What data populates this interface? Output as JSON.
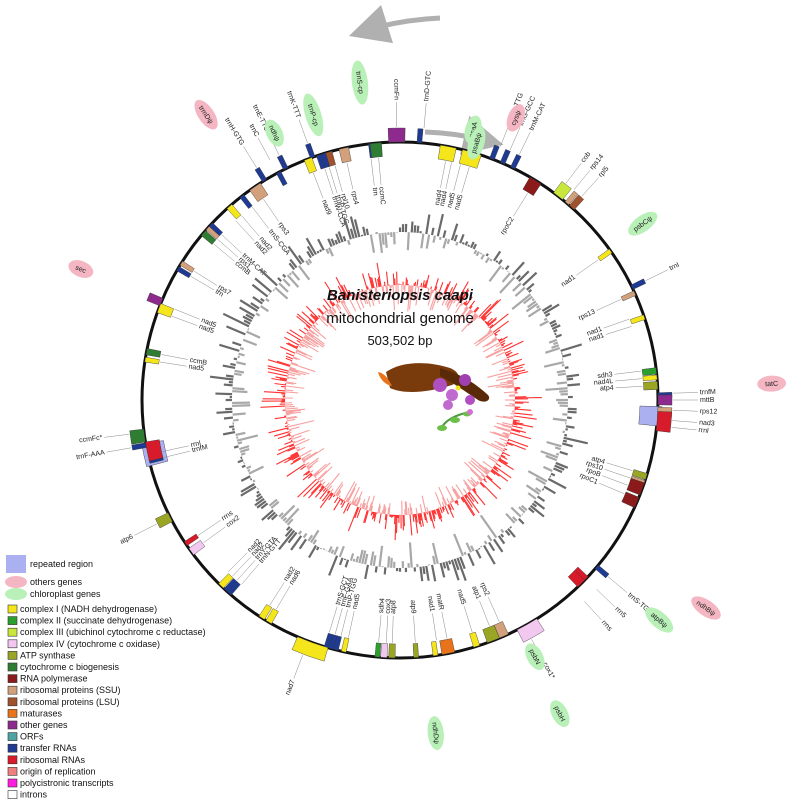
{
  "title": "Banisteriopsis caapi",
  "subtitle": "mitochondrial genome",
  "genome_size": "503,502 bp",
  "legend": [
    {
      "label": "repeated region",
      "color": "#aab0f0",
      "shape": "big-rect"
    },
    {
      "label": "others genes",
      "color": "#f4b6c2",
      "shape": "ellipse"
    },
    {
      "label": "chloroplast genes",
      "color": "#b8f0b8",
      "shape": "ellipse"
    },
    {
      "label": "complex I (NADH dehydrogenase)",
      "color": "#f5e51b",
      "shape": "rect"
    },
    {
      "label": "complex II (succinate dehydrogenase)",
      "color": "#2ca02c",
      "shape": "rect"
    },
    {
      "label": "complex III (ubichinol cytochrome c reductase)",
      "color": "#c8e63c",
      "shape": "rect"
    },
    {
      "label": "complex IV (cytochrome c oxidase)",
      "color": "#f2c7f0",
      "shape": "rect"
    },
    {
      "label": "ATP synthase",
      "color": "#9aa523",
      "shape": "rect"
    },
    {
      "label": "cytochrome c biogenesis",
      "color": "#2e7d32",
      "shape": "rect"
    },
    {
      "label": "RNA polymerase",
      "color": "#8b1a1a",
      "shape": "rect"
    },
    {
      "label": "ribosomal proteins (SSU)",
      "color": "#d2a07a",
      "shape": "rect"
    },
    {
      "label": "ribosomal proteins (LSU)",
      "color": "#a0522d",
      "shape": "rect"
    },
    {
      "label": "maturases",
      "color": "#e8731a",
      "shape": "rect"
    },
    {
      "label": "other genes",
      "color": "#8e2a8e",
      "shape": "rect"
    },
    {
      "label": "ORFs",
      "color": "#4fa3a3",
      "shape": "rect"
    },
    {
      "label": "transfer RNAs",
      "color": "#1f3a93",
      "shape": "rect"
    },
    {
      "label": "ribosomal RNAs",
      "color": "#d81b2a",
      "shape": "rect"
    },
    {
      "label": "origin of replication",
      "color": "#f08080",
      "shape": "rect"
    },
    {
      "label": "polycistronic transcripts",
      "color": "#ff1adf",
      "shape": "rect"
    },
    {
      "label": "introns",
      "color": "#ffffff",
      "shape": "rect"
    }
  ],
  "genes": [
    {
      "name": "ccmFn",
      "pos": 0.998,
      "side": "out",
      "color": "#8e2a8e",
      "len": 0.01
    },
    {
      "name": "trnD-GTC",
      "pos": 0.012,
      "side": "out",
      "color": "#1f3a93",
      "len": 0.002
    },
    {
      "name": "trnK-TTT",
      "pos": 0.945,
      "side": "out",
      "color": "#1f3a93",
      "len": 0.002
    },
    {
      "name": "rps3",
      "pos": 0.905,
      "side": "in",
      "color": "#d2a07a",
      "len": 0.008
    },
    {
      "name": "trnS-CGA",
      "pos": 0.895,
      "side": "in",
      "color": "#1f3a93",
      "len": 0.002
    },
    {
      "name": "rps4",
      "pos": 0.965,
      "side": "in",
      "color": "#d2a07a",
      "len": 0.006
    },
    {
      "name": "rpl10",
      "pos": 0.955,
      "side": "in",
      "color": "#a0522d",
      "len": 0.005
    },
    {
      "name": "trnP-TGG",
      "pos": 0.952,
      "side": "in",
      "color": "#1f3a93",
      "len": 0.002
    },
    {
      "name": "trnW-CCA",
      "pos": 0.949,
      "side": "in",
      "color": "#1f3a93",
      "len": 0.002
    },
    {
      "name": "nad9",
      "pos": 0.942,
      "side": "in",
      "color": "#f5e51b",
      "len": 0.005
    },
    {
      "name": "trnN-GTT",
      "pos": 0.982,
      "side": "in",
      "color": "#1f3a93",
      "len": 0.002
    },
    {
      "name": "ccmC",
      "pos": 0.985,
      "side": "in",
      "color": "#2e7d32",
      "len": 0.007
    },
    {
      "name": "nad4",
      "pos": 0.03,
      "side": "in",
      "color": "#f5e51b",
      "len": 0.01
    },
    {
      "name": "nad5",
      "pos": 0.045,
      "side": "in",
      "color": "#f5e51b",
      "len": 0.012
    },
    {
      "name": "trnQ-TTG",
      "pos": 0.058,
      "side": "out",
      "color": "#1f3a93",
      "len": 0.002
    },
    {
      "name": "trnG-GCC",
      "pos": 0.065,
      "side": "out",
      "color": "#1f3a93",
      "len": 0.002
    },
    {
      "name": "trnM-CAT",
      "pos": 0.072,
      "side": "out",
      "color": "#1f3a93",
      "len": 0.002
    },
    {
      "name": "rpoC2",
      "pos": 0.088,
      "side": "in",
      "color": "#8b1a1a",
      "len": 0.008
    },
    {
      "name": "cob",
      "pos": 0.105,
      "side": "out",
      "color": "#c8e63c",
      "len": 0.007
    },
    {
      "name": "rps14",
      "pos": 0.112,
      "side": "out",
      "color": "#d2a07a",
      "len": 0.003
    },
    {
      "name": "rpl5",
      "pos": 0.116,
      "side": "out",
      "color": "#a0522d",
      "len": 0.004
    },
    {
      "name": "nad1",
      "pos": 0.152,
      "side": "in",
      "color": "#f5e51b",
      "len": 0.003
    },
    {
      "name": "trnI",
      "pos": 0.178,
      "side": "out",
      "color": "#1f3a93",
      "len": 0.002
    },
    {
      "name": "rps13",
      "pos": 0.182,
      "side": "in",
      "color": "#d2a07a",
      "len": 0.003
    },
    {
      "name": "nad1b",
      "pos": 0.198,
      "side": "in",
      "color": "#f5e51b",
      "len": 0.003
    },
    {
      "name": "sdh3",
      "pos": 0.232,
      "side": "in",
      "color": "#2ca02c",
      "len": 0.004
    },
    {
      "name": "nad4L",
      "pos": 0.236,
      "side": "in",
      "color": "#f5e51b",
      "len": 0.003
    },
    {
      "name": "atp4",
      "pos": 0.241,
      "side": "in",
      "color": "#9aa523",
      "len": 0.005
    },
    {
      "name": "trnfM",
      "pos": 0.247,
      "side": "out",
      "color": "#1f3a93",
      "len": 0.002
    },
    {
      "name": "mttB",
      "pos": 0.25,
      "side": "out",
      "color": "#8e2a8e",
      "len": 0.006
    },
    {
      "name": "rps12",
      "pos": 0.256,
      "side": "out",
      "color": "#d2a07a",
      "len": 0.003
    },
    {
      "name": "nad3",
      "pos": 0.259,
      "side": "out",
      "color": "#f5e51b",
      "len": 0.003
    },
    {
      "name": "rrnl",
      "pos": 0.263,
      "side": "out",
      "color": "#d81b2a",
      "len": 0.012
    },
    {
      "name": "atp4b",
      "pos": 0.298,
      "side": "in",
      "color": "#9aa523",
      "len": 0.004
    },
    {
      "name": "rps10",
      "pos": 0.302,
      "side": "in",
      "color": "#d2a07a",
      "len": 0.003
    },
    {
      "name": "rpoB",
      "pos": 0.306,
      "side": "in",
      "color": "#8b1a1a",
      "len": 0.008
    },
    {
      "name": "rpoC1",
      "pos": 0.315,
      "side": "in",
      "color": "#8b1a1a",
      "len": 0.007
    },
    {
      "name": "trnS-TGA",
      "pos": 0.362,
      "side": "out",
      "color": "#1f3a93",
      "len": 0.002
    },
    {
      "name": "rrn5",
      "pos": 0.372,
      "side": "in",
      "color": "#d81b2a",
      "len": 0.004
    },
    {
      "name": "rrns",
      "pos": 0.376,
      "side": "in",
      "color": "#d81b2a",
      "len": 0.006
    },
    {
      "name": "cox1",
      "pos": 0.418,
      "side": "out",
      "color": "#f2c7f0",
      "len": 0.014
    },
    {
      "name": "rps2",
      "pos": 0.434,
      "side": "in",
      "color": "#d2a07a",
      "len": 0.006
    },
    {
      "name": "atp1",
      "pos": 0.441,
      "side": "in",
      "color": "#9aa523",
      "len": 0.008
    },
    {
      "name": "nad5b",
      "pos": 0.452,
      "side": "in",
      "color": "#f5e51b",
      "len": 0.004
    },
    {
      "name": "matR",
      "pos": 0.47,
      "side": "in",
      "color": "#e8731a",
      "len": 0.008
    },
    {
      "name": "nad1c",
      "pos": 0.478,
      "side": "in",
      "color": "#f5e51b",
      "len": 0.003
    },
    {
      "name": "atp9",
      "pos": 0.49,
      "side": "in",
      "color": "#9aa523",
      "len": 0.003
    },
    {
      "name": "atp8",
      "pos": 0.505,
      "side": "in",
      "color": "#9aa523",
      "len": 0.004
    },
    {
      "name": "cox3",
      "pos": 0.51,
      "side": "in",
      "color": "#f2c7f0",
      "len": 0.004
    },
    {
      "name": "sdh4",
      "pos": 0.514,
      "side": "in",
      "color": "#2ca02c",
      "len": 0.003
    },
    {
      "name": "nad5c",
      "pos": 0.535,
      "side": "in",
      "color": "#f5e51b",
      "len": 0.003
    },
    {
      "name": "trnP-TGG",
      "pos": 0.54,
      "side": "in",
      "color": "#1f3a93",
      "len": 0.002
    },
    {
      "name": "trnF-GAA",
      "pos": 0.543,
      "side": "in",
      "color": "#1f3a93",
      "len": 0.002
    },
    {
      "name": "trnS-GCT",
      "pos": 0.546,
      "side": "in",
      "color": "#1f3a93",
      "len": 0.002
    },
    {
      "name": "nad7",
      "pos": 0.555,
      "side": "out",
      "color": "#f5e51b",
      "len": 0.02
    },
    {
      "name": "nad6",
      "pos": 0.585,
      "side": "in",
      "color": "#f5e51b",
      "len": 0.004
    },
    {
      "name": "nad2",
      "pos": 0.59,
      "side": "in",
      "color": "#f5e51b",
      "len": 0.004
    },
    {
      "name": "trnN-GTT",
      "pos": 0.615,
      "side": "in",
      "color": "#1f3a93",
      "len": 0.002
    },
    {
      "name": "trnY-GTA",
      "pos": 0.618,
      "side": "in",
      "color": "#1f3a93",
      "len": 0.002
    },
    {
      "name": "nad2b",
      "pos": 0.622,
      "side": "in",
      "color": "#f5e51b",
      "len": 0.004
    },
    {
      "name": "cox2",
      "pos": 0.65,
      "side": "in",
      "color": "#f2c7f0",
      "len": 0.005
    },
    {
      "name": "rrns2",
      "pos": 0.656,
      "side": "in",
      "color": "#d81b2a",
      "len": 0.003
    },
    {
      "name": "atp6",
      "pos": 0.675,
      "side": "out",
      "color": "#9aa523",
      "len": 0.006
    },
    {
      "name": "trnfM2",
      "pos": 0.712,
      "side": "in",
      "color": "#1f3a93",
      "len": 0.002
    },
    {
      "name": "rrnl2",
      "pos": 0.718,
      "side": "in",
      "color": "#d81b2a",
      "len": 0.012
    },
    {
      "name": "trnF-AAA",
      "pos": 0.722,
      "side": "out",
      "color": "#1f3a93",
      "len": 0.002
    },
    {
      "name": "ccmFc",
      "pos": 0.728,
      "side": "out",
      "color": "#2e7d32",
      "len": 0.008
    },
    {
      "name": "nad5d",
      "pos": 0.775,
      "side": "in",
      "color": "#f5e51b",
      "len": 0.003
    },
    {
      "name": "ccmB",
      "pos": 0.78,
      "side": "in",
      "color": "#2e7d32",
      "len": 0.004
    },
    {
      "name": "nad5e",
      "pos": 0.808,
      "side": "in",
      "color": "#f5e51b",
      "len": 0.006
    },
    {
      "name": "sec",
      "pos": 0.812,
      "side": "out",
      "color": "#8e2a8e",
      "len": 0.005
    },
    {
      "name": "trn",
      "pos": 0.835,
      "side": "in",
      "color": "#1f3a93",
      "len": 0.002
    },
    {
      "name": "rps7",
      "pos": 0.839,
      "side": "in",
      "color": "#d2a07a",
      "len": 0.003
    },
    {
      "name": "ccmB2",
      "pos": 0.862,
      "side": "in",
      "color": "#2e7d32",
      "len": 0.004
    },
    {
      "name": "rps1",
      "pos": 0.866,
      "side": "in",
      "color": "#d2a07a",
      "len": 0.003
    },
    {
      "name": "trnM-CAT2",
      "pos": 0.869,
      "side": "in",
      "color": "#1f3a93",
      "len": 0.002
    },
    {
      "name": "nad2c",
      "pos": 0.885,
      "side": "in",
      "color": "#f5e51b",
      "len": 0.004
    },
    {
      "name": "trnH-GTG",
      "pos": 0.912,
      "side": "out",
      "color": "#1f3a93",
      "len": 0.002
    },
    {
      "name": "trnC",
      "pos": 0.922,
      "side": "in",
      "color": "#1f3a93",
      "len": 0.002
    },
    {
      "name": "trnE-TTC",
      "pos": 0.927,
      "side": "out",
      "color": "#1f3a93",
      "len": 0.002
    }
  ],
  "labels_out": [
    {
      "text": "ccmFn",
      "pos": 0.998
    },
    {
      "text": "trnD-GTC",
      "pos": 0.014
    },
    {
      "text": "trnK-TTT",
      "pos": 0.945
    },
    {
      "text": "trnQ-TTG",
      "pos": 0.06
    },
    {
      "text": "trnG-GCC",
      "pos": 0.066
    },
    {
      "text": "trnM-CAT",
      "pos": 0.072
    },
    {
      "text": "cob",
      "pos": 0.104
    },
    {
      "text": "rps14",
      "pos": 0.11
    },
    {
      "text": "rpl5",
      "pos": 0.116
    },
    {
      "text": "trnI",
      "pos": 0.178
    },
    {
      "text": "mttB",
      "pos": 0.25
    },
    {
      "text": "rps12",
      "pos": 0.256
    },
    {
      "text": "nad3",
      "pos": 0.262
    },
    {
      "text": "trnfM",
      "pos": 0.246
    },
    {
      "text": "rrnl",
      "pos": 0.266
    },
    {
      "text": "trnS-TGA",
      "pos": 0.362
    },
    {
      "text": "trnF-AAA",
      "pos": 0.722
    },
    {
      "text": "ccmFc*",
      "pos": 0.73
    },
    {
      "text": "trnH-GTG",
      "pos": 0.912
    },
    {
      "text": "trnE-TTC",
      "pos": 0.927
    },
    {
      "text": "trnC",
      "pos": 0.921
    },
    {
      "text": "rrns",
      "pos": 0.382
    },
    {
      "text": "rrn5",
      "pos": 0.372
    },
    {
      "text": "cox1*",
      "pos": 0.42
    },
    {
      "text": "atp6",
      "pos": 0.675
    },
    {
      "text": "nad7",
      "pos": 0.558
    }
  ],
  "labels_in": [
    {
      "text": "rps3",
      "pos": 0.905
    },
    {
      "text": "trnS-CGA",
      "pos": 0.896
    },
    {
      "text": "rps4",
      "pos": 0.965
    },
    {
      "text": "rpl10",
      "pos": 0.957
    },
    {
      "text": "trnP-TGG",
      "pos": 0.953
    },
    {
      "text": "trnW-CCA",
      "pos": 0.95
    },
    {
      "text": "nad9",
      "pos": 0.942
    },
    {
      "text": "trn",
      "pos": 0.981
    },
    {
      "text": "ccmC",
      "pos": 0.986
    },
    {
      "text": "nad4",
      "pos": 0.03
    },
    {
      "text": "nad4",
      "pos": 0.034
    },
    {
      "text": "nad5",
      "pos": 0.04
    },
    {
      "text": "nad5",
      "pos": 0.046
    },
    {
      "text": "rpoC2",
      "pos": 0.088
    },
    {
      "text": "nad1",
      "pos": 0.152
    },
    {
      "text": "rps13",
      "pos": 0.182
    },
    {
      "text": "nad1",
      "pos": 0.196
    },
    {
      "text": "nad1",
      "pos": 0.201
    },
    {
      "text": "sdh3",
      "pos": 0.231
    },
    {
      "text": "nad4L",
      "pos": 0.236
    },
    {
      "text": "atp4",
      "pos": 0.241
    },
    {
      "text": "atp4",
      "pos": 0.297
    },
    {
      "text": "rps10",
      "pos": 0.302
    },
    {
      "text": "rpoB",
      "pos": 0.307
    },
    {
      "text": "rpoC1",
      "pos": 0.313
    },
    {
      "text": "rps2",
      "pos": 0.433
    },
    {
      "text": "atp1",
      "pos": 0.44
    },
    {
      "text": "nad5",
      "pos": 0.452
    },
    {
      "text": "matR",
      "pos": 0.469
    },
    {
      "text": "nad1",
      "pos": 0.476
    },
    {
      "text": "atp9",
      "pos": 0.49
    },
    {
      "text": "atp8",
      "pos": 0.505
    },
    {
      "text": "cox3",
      "pos": 0.509
    },
    {
      "text": "sdh4",
      "pos": 0.514
    },
    {
      "text": "nad5",
      "pos": 0.534
    },
    {
      "text": "trnP-TGG",
      "pos": 0.539
    },
    {
      "text": "trnF-GAA",
      "pos": 0.543
    },
    {
      "text": "trnS-GCT",
      "pos": 0.547
    },
    {
      "text": "nad6",
      "pos": 0.585
    },
    {
      "text": "nad2",
      "pos": 0.59
    },
    {
      "text": "trnN-GTT",
      "pos": 0.613
    },
    {
      "text": "trnY-GTA",
      "pos": 0.617
    },
    {
      "text": "nad2",
      "pos": 0.621
    },
    {
      "text": "nad2",
      "pos": 0.625
    },
    {
      "text": "cox2",
      "pos": 0.65
    },
    {
      "text": "rrns",
      "pos": 0.656
    },
    {
      "text": "trnfM",
      "pos": 0.712
    },
    {
      "text": "rrnl",
      "pos": 0.716
    },
    {
      "text": "nad5",
      "pos": 0.775
    },
    {
      "text": "ccmB",
      "pos": 0.78
    },
    {
      "text": "nad5",
      "pos": 0.806
    },
    {
      "text": "nad5",
      "pos": 0.811
    },
    {
      "text": "trn",
      "pos": 0.835
    },
    {
      "text": "rps7",
      "pos": 0.839
    },
    {
      "text": "ccmB",
      "pos": 0.861
    },
    {
      "text": "rps1",
      "pos": 0.865
    },
    {
      "text": "trnM-CAT",
      "pos": 0.869
    },
    {
      "text": "nad2",
      "pos": 0.882
    },
    {
      "text": "nad2",
      "pos": 0.887
    }
  ],
  "bubbles": [
    {
      "text": "trnS-cp",
      "pos": 0.98,
      "r": 320,
      "type": "chloroplast"
    },
    {
      "text": "psaA",
      "pos": 0.042,
      "r": 280,
      "type": "chloroplast"
    },
    {
      "text": "psaBψ",
      "pos": 0.046,
      "r": 268,
      "type": "chloroplast"
    },
    {
      "text": "cysψ",
      "pos": 0.062,
      "r": 305,
      "type": "others"
    },
    {
      "text": "psbCψ",
      "pos": 0.15,
      "r": 300,
      "type": "chloroplast"
    },
    {
      "text": "tatC",
      "pos": 0.243,
      "r": 372,
      "type": "others"
    },
    {
      "text": "ndhBψ",
      "pos": 0.345,
      "r": 370,
      "type": "others"
    },
    {
      "text": "atpBψ",
      "pos": 0.362,
      "r": 340,
      "type": "chloroplast"
    },
    {
      "text": "psbN",
      "pos": 0.423,
      "r": 290,
      "type": "chloroplast"
    },
    {
      "text": "psbH",
      "pos": 0.425,
      "r": 352,
      "type": "chloroplast"
    },
    {
      "text": "ndhDψ",
      "pos": 0.483,
      "r": 335,
      "type": "chloroplast"
    },
    {
      "text": "sec",
      "pos": 0.812,
      "r": 345,
      "type": "others"
    },
    {
      "text": "trmDψ",
      "pos": 0.905,
      "r": 345,
      "type": "others"
    },
    {
      "text": "ndhψ",
      "pos": 0.93,
      "r": 295,
      "type": "chloroplast"
    },
    {
      "text": "trnP-cp",
      "pos": 0.953,
      "r": 298,
      "type": "chloroplast"
    }
  ],
  "repeats": [
    {
      "pos": 0.26,
      "len": 0.012
    },
    {
      "pos": 0.716,
      "len": 0.014
    }
  ]
}
